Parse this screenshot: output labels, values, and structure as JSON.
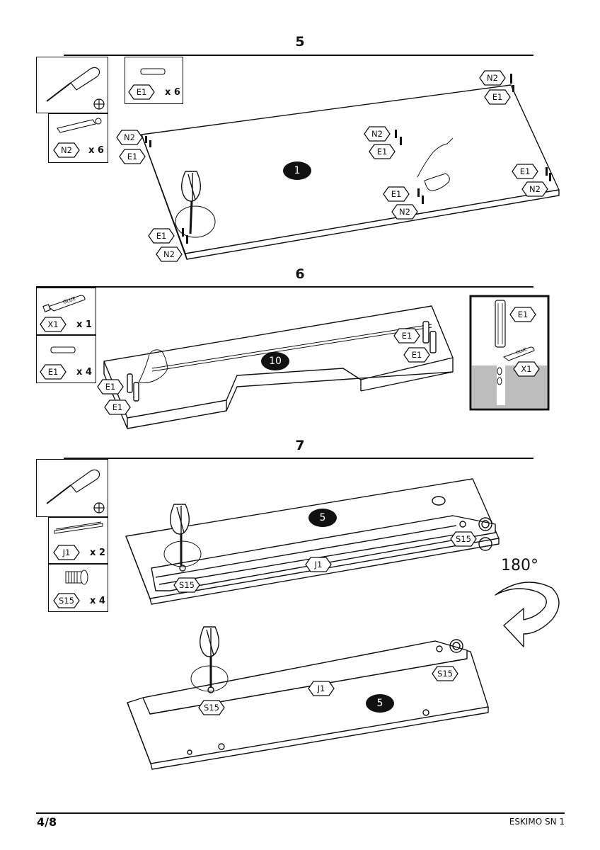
{
  "steps": [
    {
      "number": "5",
      "parts": [
        {
          "code": "E1",
          "qty": "x 6"
        },
        {
          "code": "N2",
          "qty": "x 6"
        }
      ],
      "panel_badge": "1",
      "callouts": {
        "c1": [
          "N2",
          "E1"
        ],
        "c2": [
          "N2",
          "E1"
        ],
        "c3": [
          "N2",
          "E1"
        ],
        "c4": [
          "E1",
          "N2"
        ],
        "c5": [
          "E1",
          "N2"
        ],
        "c6": [
          "E1",
          "N2"
        ]
      }
    },
    {
      "number": "6",
      "parts": [
        {
          "code": "X1",
          "qty": "x 1",
          "icon_text": "GLUE"
        },
        {
          "code": "E1",
          "qty": "x 4"
        }
      ],
      "panel_badge": "10",
      "callouts": {
        "c1": [
          "E1",
          "E1"
        ],
        "c2": [
          "E1",
          "E1"
        ]
      },
      "detail": {
        "top": "E1",
        "bottom": "X1",
        "icon_text": "GLUE"
      }
    },
    {
      "number": "7",
      "parts": [
        {
          "code": "J1",
          "qty": "x 2"
        },
        {
          "code": "S15",
          "qty": "x 4"
        }
      ],
      "panel_badge_top": "5",
      "panel_badge_bottom": "5",
      "callouts": {
        "top_right": "S15",
        "top_left": "S15",
        "top_rail": "J1",
        "bottom_right": "S15",
        "bottom_left": "S15",
        "bottom_rail": "J1"
      },
      "rotation": "180°"
    }
  ],
  "footer": {
    "page": "4/8",
    "product": "ESKIMO SN 1"
  }
}
